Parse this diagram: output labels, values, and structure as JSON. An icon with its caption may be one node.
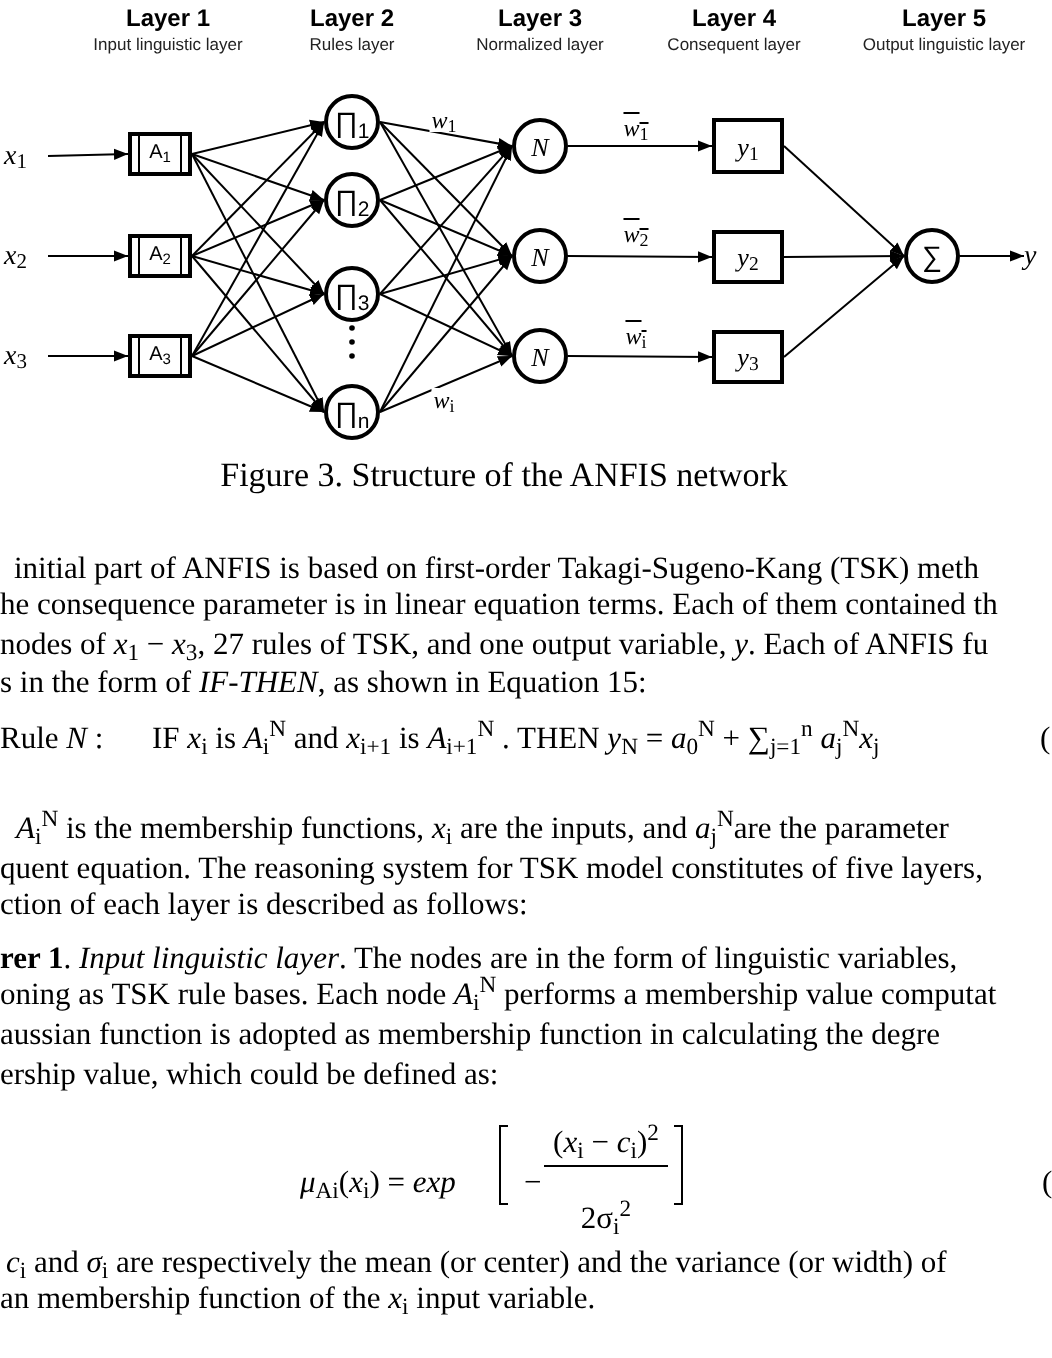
{
  "diagram": {
    "caption": "Figure 3. Structure of the ANFIS network",
    "nodes": [
      {
        "text": [
          "*x*$_{1}$"
        ]
      },
      {
        "text": [
          "*x*$_{2}$"
        ]
      },
      {
        "text": [
          "*x*$_{3}$"
        ]
      },
      {
        "text": [
          "A$_{1}$"
        ]
      },
      {
        "text": [
          "A$_{2}$"
        ]
      },
      {
        "text": [
          "A$_{3}$"
        ]
      },
      {
        "text": [
          "∏$_{1}$"
        ]
      },
      {
        "text": [
          "∏$_{2}$"
        ]
      },
      {
        "text": [
          "∏$_{3}$"
        ]
      },
      {
        "text": [
          "∏$_{n}$"
        ]
      },
      {
        "text": [
          "N"
        ]
      },
      {
        "text": [
          "N"
        ]
      },
      {
        "text": [
          "N"
        ]
      },
      {
        "text": [
          "*y*$_{1}$"
        ]
      },
      {
        "text": [
          "*y*$_{2}$"
        ]
      },
      {
        "text": [
          "*y*$_{3}$"
        ]
      },
      {
        "text": [
          "∑"
        ]
      },
      {
        "text": [
          "*y*"
        ]
      }
    ],
    "edges": [
      {
        "from": 0,
        "to": 3,
        "arrow": "to"
      },
      {
        "from": 1,
        "to": 4,
        "arrow": "to"
      },
      {
        "from": 2,
        "to": 5,
        "arrow": "to"
      },
      {
        "from": 3,
        "to": 6,
        "arrow": "to"
      },
      {
        "from": 3,
        "to": 7,
        "arrow": "to"
      },
      {
        "from": 3,
        "to": 8,
        "arrow": "to"
      },
      {
        "from": 3,
        "to": 9,
        "arrow": "to"
      },
      {
        "from": 4,
        "to": 6,
        "arrow": "to"
      },
      {
        "from": 4,
        "to": 7,
        "arrow": "to"
      },
      {
        "from": 4,
        "to": 8,
        "arrow": "to"
      },
      {
        "from": 4,
        "to": 9,
        "arrow": "to"
      },
      {
        "from": 5,
        "to": 6,
        "arrow": "to"
      },
      {
        "from": 5,
        "to": 7,
        "arrow": "to"
      },
      {
        "from": 5,
        "to": 8,
        "arrow": "to"
      },
      {
        "from": 5,
        "to": 9,
        "arrow": "to"
      },
      {
        "from": 6,
        "to": 10,
        "arrow": "to",
        "label": "*w*$_{1}$"
      },
      {
        "from": 6,
        "to": 11,
        "arrow": "to"
      },
      {
        "from": 6,
        "to": 12,
        "arrow": "to"
      },
      {
        "from": 7,
        "to": 10,
        "arrow": "to"
      },
      {
        "from": 7,
        "to": 11,
        "arrow": "to"
      },
      {
        "from": 7,
        "to": 12,
        "arrow": "to"
      },
      {
        "from": 8,
        "to": 10,
        "arrow": "to"
      },
      {
        "from": 8,
        "to": 11,
        "arrow": "to"
      },
      {
        "from": 8,
        "to": 12,
        "arrow": "to"
      },
      {
        "from": 9,
        "to": 10,
        "arrow": "to"
      },
      {
        "from": 9,
        "to": 11,
        "arrow": "to"
      },
      {
        "from": 9,
        "to": 12,
        "arrow": "to",
        "label": "*w*$_{i}$"
      },
      {
        "from": 10,
        "to": 13,
        "arrow": "to",
        "label": "*w*$_{1}$"
      },
      {
        "from": 11,
        "to": 14,
        "arrow": "to",
        "label": "*w*$_{2}$"
      },
      {
        "from": 12,
        "to": 15,
        "arrow": "to",
        "label": "*w*$_{i}$"
      },
      {
        "from": 13,
        "to": 16,
        "arrow": "to"
      },
      {
        "from": 14,
        "to": 16,
        "arrow": "to"
      },
      {
        "from": 15,
        "to": 16,
        "arrow": "to"
      },
      {
        "from": 16,
        "to": 17,
        "arrow": "to"
      }
    ],
    "labels": [
      "Layer 1",
      "Input linguistic layer",
      "Layer 2",
      "Rules layer",
      "Layer 3",
      "Normalized layer",
      "Layer 4",
      "Consequent layer",
      "Layer 5",
      "Output linguistic layer",
      "initial part of ANFIS is based on first-order Takagi-Sugeno-Kang (TSK) meth",
      "he consequence parameter is in linear equation terms. Each of them contained th",
      "nodes of *x*$_{1}$ − *x*$_{3}$, 27 rules of TSK, and one output variable, *y*. Each of ANFIS fu",
      "s in the form of *IF-THEN*, as shown in Equation 15:",
      "Rule *N* :",
      "IF *x*$_{i}$ is *A*$_{i}$$^{N}$ and *x*$_{i+1}$ is *A*$_{i+1}$$^{N}$ . THEN *y*$_{N}$ = *a*$_{0}$$^{N}$ + ∑$_{j=1}$$^{n}$ *a*$_{j}$$^{N}$*x*$_{j}$",
      "(",
      "*A*$_{i}$$^{N}$ is the membership functions, *x*$_{i}$ are the inputs, and *a*$_{j}$$^{N}$are the parameter",
      "quent equation. The reasoning system for TSK model constitutes of five layers,",
      "ction of each layer is described as follows:",
      "**rer 1**. *Input linguistic layer*. The nodes are in the form of linguistic variables,",
      "oning as TSK rule bases. Each node *A*$_{i}$$^{N}$ performs a membership value computat",
      "aussian function is adopted as membership function in calculating the degre",
      "ership value, which could be defined as:",
      "*μ*$_{Ai}$(*x*$_{i}$) = *exp*",
      "−",
      "(*x*$_{i}$ − *c*$_{i}$)$^{2}$",
      "2σ$_{i}$$^{2}$",
      "(",
      "*c*$_{i}$ and *σ*$_{i}$ are respectively the mean (or center) and the variance (or width) of",
      "an membership function of the *x*$_{i}$ input variable."
    ]
  }
}
